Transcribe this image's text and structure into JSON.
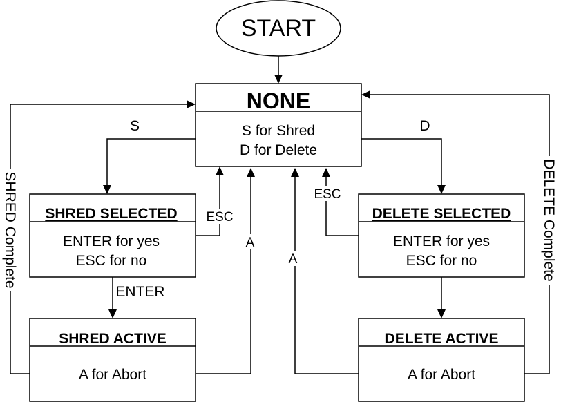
{
  "start": {
    "label": "START"
  },
  "none": {
    "title": "NONE",
    "line1": "S for Shred",
    "line2": "D for Delete"
  },
  "shred_selected": {
    "title": "SHRED SELECTED",
    "line1": "ENTER for yes",
    "line2": "ESC for no"
  },
  "delete_selected": {
    "title": "DELETE SELECTED",
    "line1": "ENTER for yes",
    "line2": "ESC for no"
  },
  "shred_active": {
    "title": "SHRED ACTIVE",
    "line1": "A for Abort"
  },
  "delete_active": {
    "title": "DELETE ACTIVE",
    "line1": "A for Abort"
  },
  "edges": {
    "s": "S",
    "d": "D",
    "esc_shred": "ESC",
    "esc_delete": "ESC",
    "enter": "ENTER",
    "abort_shred": "A",
    "abort_delete": "A",
    "shred_complete": "SHRED Complete",
    "delete_complete": "DELETE Complete"
  }
}
